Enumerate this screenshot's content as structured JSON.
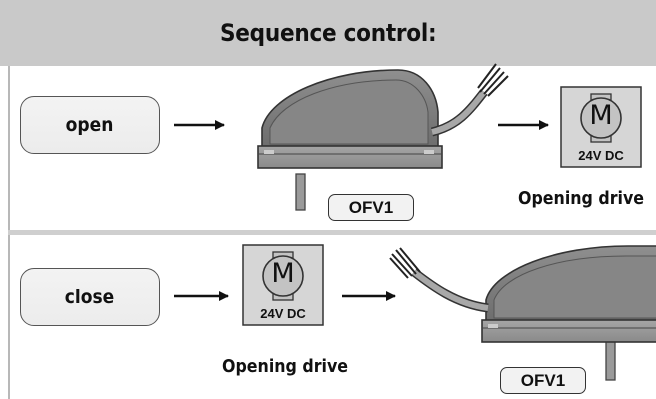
{
  "header": {
    "title": "Sequence control:"
  },
  "row_open": {
    "command": "open",
    "device_tag": "OFV1",
    "motor_letter": "M",
    "motor_voltage": "24V DC",
    "motor_caption": "Opening drive"
  },
  "row_close": {
    "command": "close",
    "device_tag": "OFV1",
    "motor_letter": "M",
    "motor_voltage": "24V DC",
    "motor_caption": "Opening drive"
  },
  "colors": {
    "header_bg": "#c9c9c9",
    "motor_box": "#d6d6d6",
    "housing_dark": "#7a7a7a",
    "housing_light": "#9a9a9a"
  }
}
